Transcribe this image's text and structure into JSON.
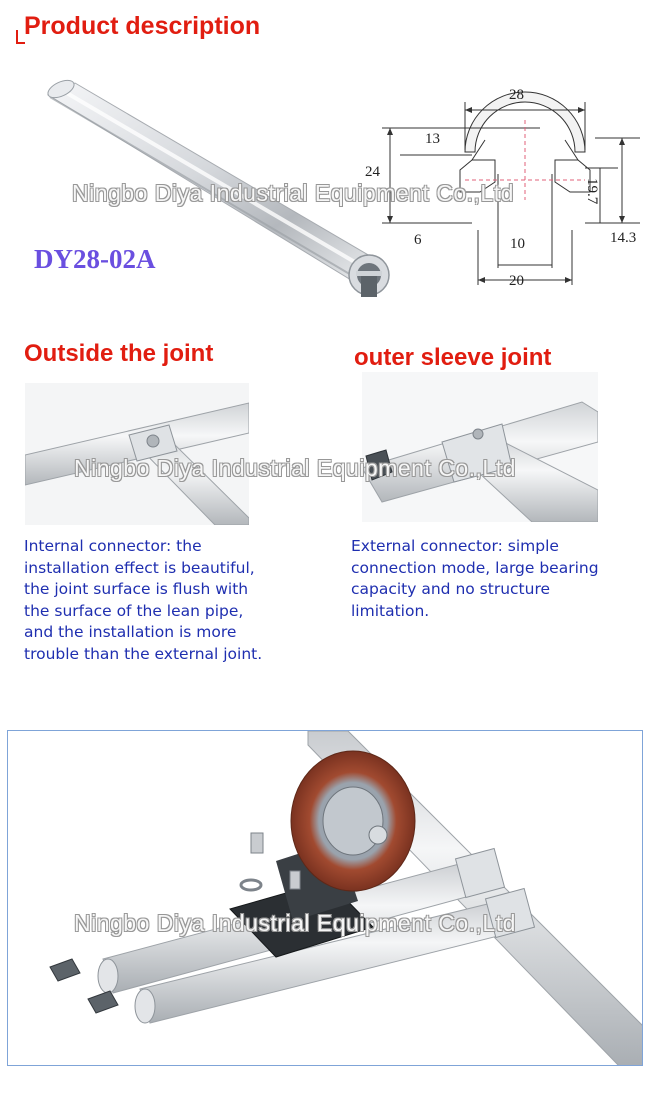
{
  "header": {
    "title": "Product description"
  },
  "product": {
    "model": "DY28-02A"
  },
  "drawing": {
    "dims": {
      "d28": "28",
      "d13": "13",
      "d24": "24",
      "d6": "6",
      "d10": "10",
      "d20": "20",
      "d19_7": "19.7",
      "d14_3": "14.3"
    }
  },
  "watermark": "Ningbo Diya Industrial Equipment Co.,Ltd",
  "joints": {
    "inside": {
      "title": "Outside the joint",
      "description": "Internal connector: the\ninstallation effect is beautiful,\nthe joint surface is flush with\nthe surface of the lean pipe,\nand the installation is more\ntrouble than the external joint."
    },
    "outer": {
      "title": "outer sleeve joint",
      "description": "External connector: simple\nconnection mode, large bearing\ncapacity and no structure\nlimitation."
    }
  },
  "colors": {
    "title_red": "#e11d10",
    "desc_blue": "#1f2fb0",
    "model_purple": "#6a4fe0",
    "frame_blue": "#7fa4d8"
  }
}
